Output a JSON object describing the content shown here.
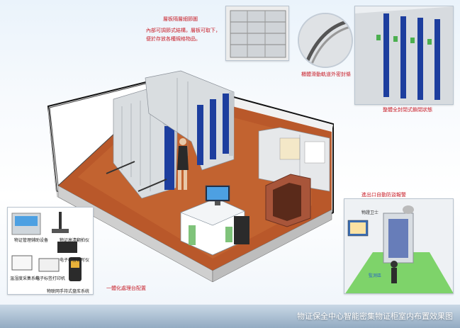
{
  "labels": {
    "shelf_note_title": "層板隔層細節圖",
    "shelf_note_line1": "內部可調節式結構，層板可取下，",
    "shelf_note_line2": "便於存放各種規格物品。",
    "rail_caption": "櫃體滑動軌道外密封條",
    "closed_caption": "整體全封閉式鎖閉狀態",
    "gate_caption": "進出口自動防盜報警",
    "area_caption": "一體化處理台配置",
    "gate_sign": "物證卫士",
    "gate_floor": "監測區",
    "bottom_title": "物证保全中心智能密集物证柜室内布置效果图"
  },
  "devices": [
    {
      "label": "物证管理辅助设备"
    },
    {
      "label": "物证高清翻拍仪"
    },
    {
      "label": "电子标签读写仪"
    },
    {
      "label": "温湿度采集系统"
    },
    {
      "label": "电子标签打印机"
    },
    {
      "label": "物联网手持式盘库系统"
    }
  ],
  "colors": {
    "accent_blue": "#1d3e9e",
    "floor_wood": "#b9582a",
    "cabinet_gray": "#d9dde0",
    "alarm_red": "#c8202a"
  }
}
